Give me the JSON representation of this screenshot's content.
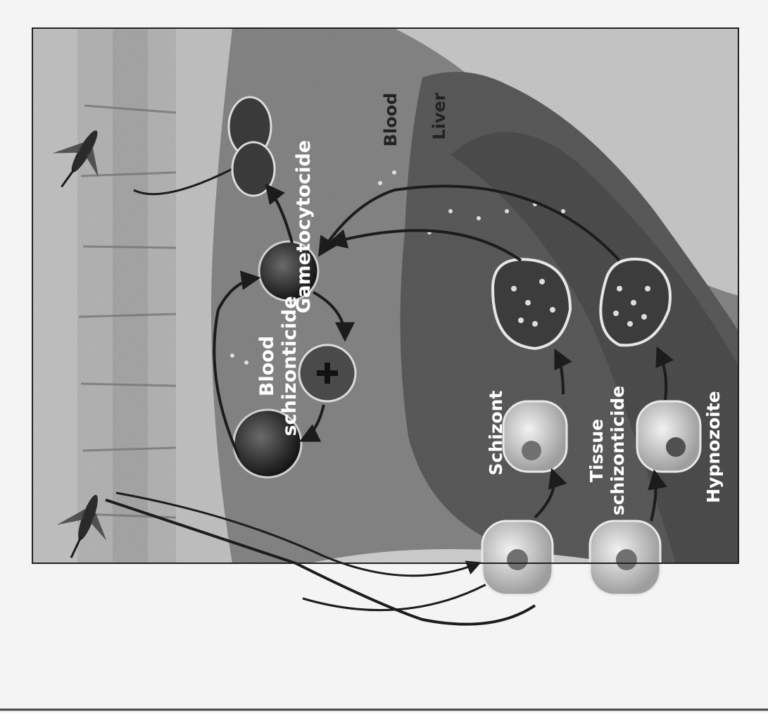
{
  "figure": {
    "labels": {
      "gametocytocide": "Gametocytocide",
      "blood": "Blood",
      "liver": "Liver",
      "blood_schizonticide_line1": "Blood",
      "blood_schizonticide_line2": "schizonticide",
      "hypnozoite": "Hypnozoite",
      "schizont": "Schizont",
      "tissue_schizonticide_line1": "Tissue",
      "tissue_schizonticide_line2": "schizonticide"
    },
    "colors": {
      "background": "#8a8a8a",
      "skin": "#c9c9c9",
      "vessel_band": "#b9b9b9",
      "liver": "#5e5e5e",
      "cell_light": "#d9d9d9",
      "cell_dark": "#2f2f2f",
      "arrow": "#1c1c1c",
      "label_text": "#ffffff"
    },
    "icons": [
      "mosquito-icon",
      "mosquito-icon"
    ]
  }
}
